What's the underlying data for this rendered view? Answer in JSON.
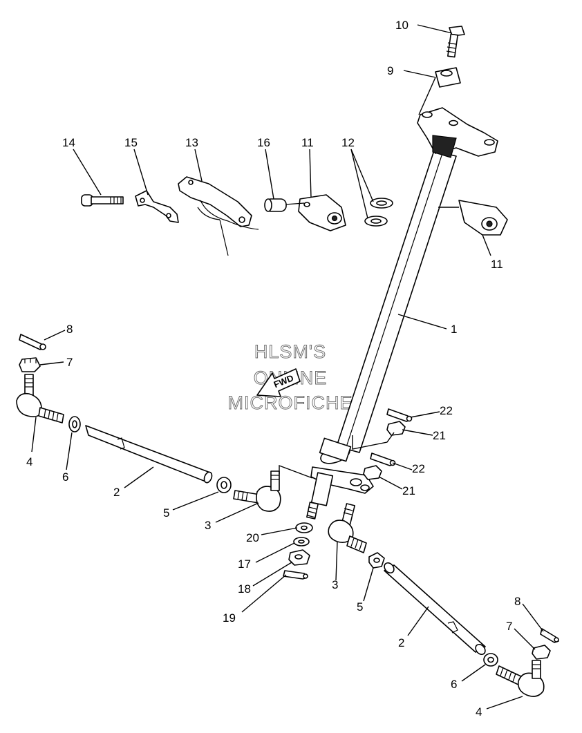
{
  "callouts": {
    "c1": "1",
    "c2a": "2",
    "c2b": "2",
    "c3a": "3",
    "c3b": "3",
    "c4a": "4",
    "c4b": "4",
    "c5a": "5",
    "c5b": "5",
    "c6a": "6",
    "c6b": "6",
    "c7a": "7",
    "c7b": "7",
    "c8a": "8",
    "c8b": "8",
    "c9": "9",
    "c10": "10",
    "c11a": "11",
    "c11b": "11",
    "c12": "12",
    "c13": "13",
    "c14": "14",
    "c15": "15",
    "c16": "16",
    "c17": "17",
    "c18": "18",
    "c19": "19",
    "c20": "20",
    "c21a": "21",
    "c21b": "21",
    "c22a": "22",
    "c22b": "22"
  },
  "watermark": {
    "line1": "HLSM'S",
    "line2": "ONLINE",
    "line3": "MICROFICHE"
  },
  "fwd_arrow_label": "FWD"
}
